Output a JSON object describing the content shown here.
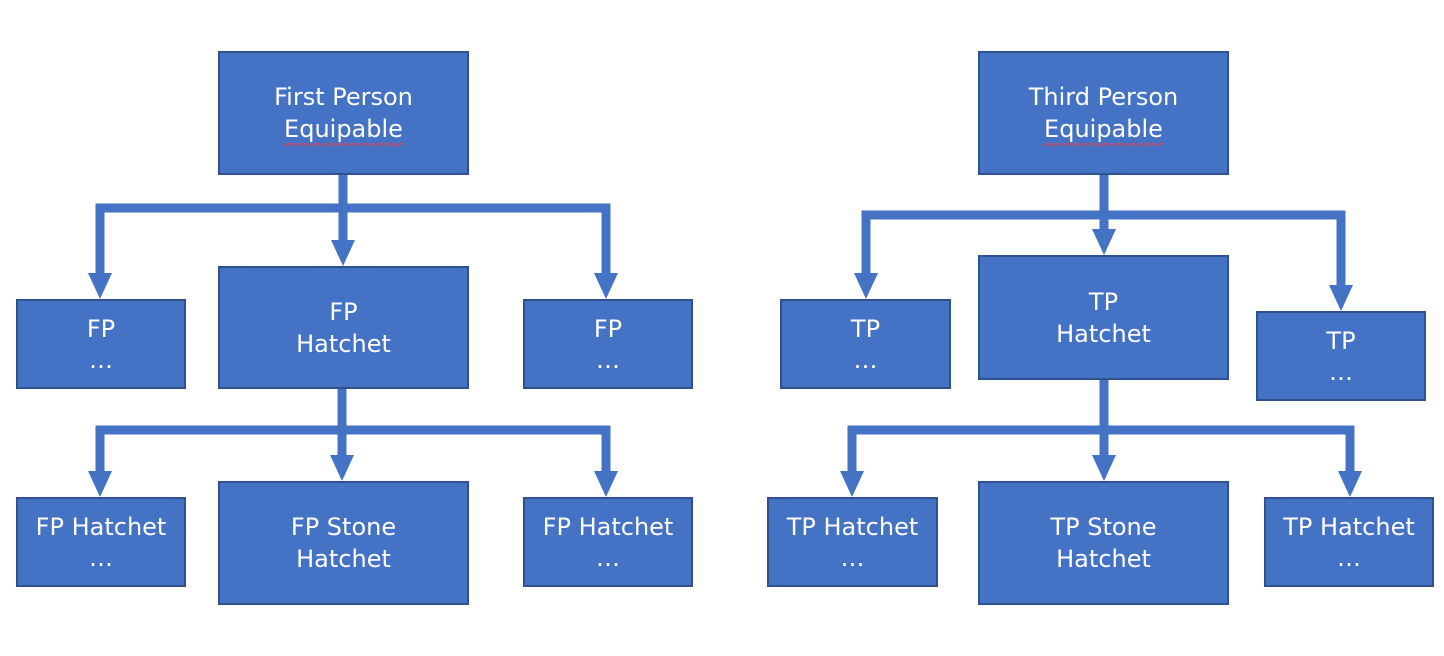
{
  "colors": {
    "node_fill": "#4472c4",
    "node_border": "#2f528f",
    "connector": "#4472c4",
    "text": "#ffffff",
    "spellcheck_underline": "#ff3b3b"
  },
  "trees": {
    "first_person": {
      "root": {
        "line1": "First Person",
        "line2": "Equipable"
      },
      "left": {
        "line1": "FP",
        "line2": "…"
      },
      "middle": {
        "line1": "FP",
        "line2": "Hatchet"
      },
      "right": {
        "line1": "FP",
        "line2": "…"
      },
      "children": [
        {
          "line1": "FP Hatchet",
          "line2": "…"
        },
        {
          "line1": "FP Stone",
          "line2": "Hatchet"
        },
        {
          "line1": "FP Hatchet",
          "line2": "…"
        }
      ]
    },
    "third_person": {
      "root": {
        "line1": "Third Person",
        "line2": "Equipable"
      },
      "left": {
        "line1": "TP",
        "line2": "…"
      },
      "middle": {
        "line1": "TP",
        "line2": "Hatchet"
      },
      "right": {
        "line1": "TP",
        "line2": "…"
      },
      "children": [
        {
          "line1": "TP Hatchet",
          "line2": "…"
        },
        {
          "line1": "TP Stone",
          "line2": "Hatchet"
        },
        {
          "line1": "TP Hatchet",
          "line2": "…"
        }
      ]
    }
  }
}
